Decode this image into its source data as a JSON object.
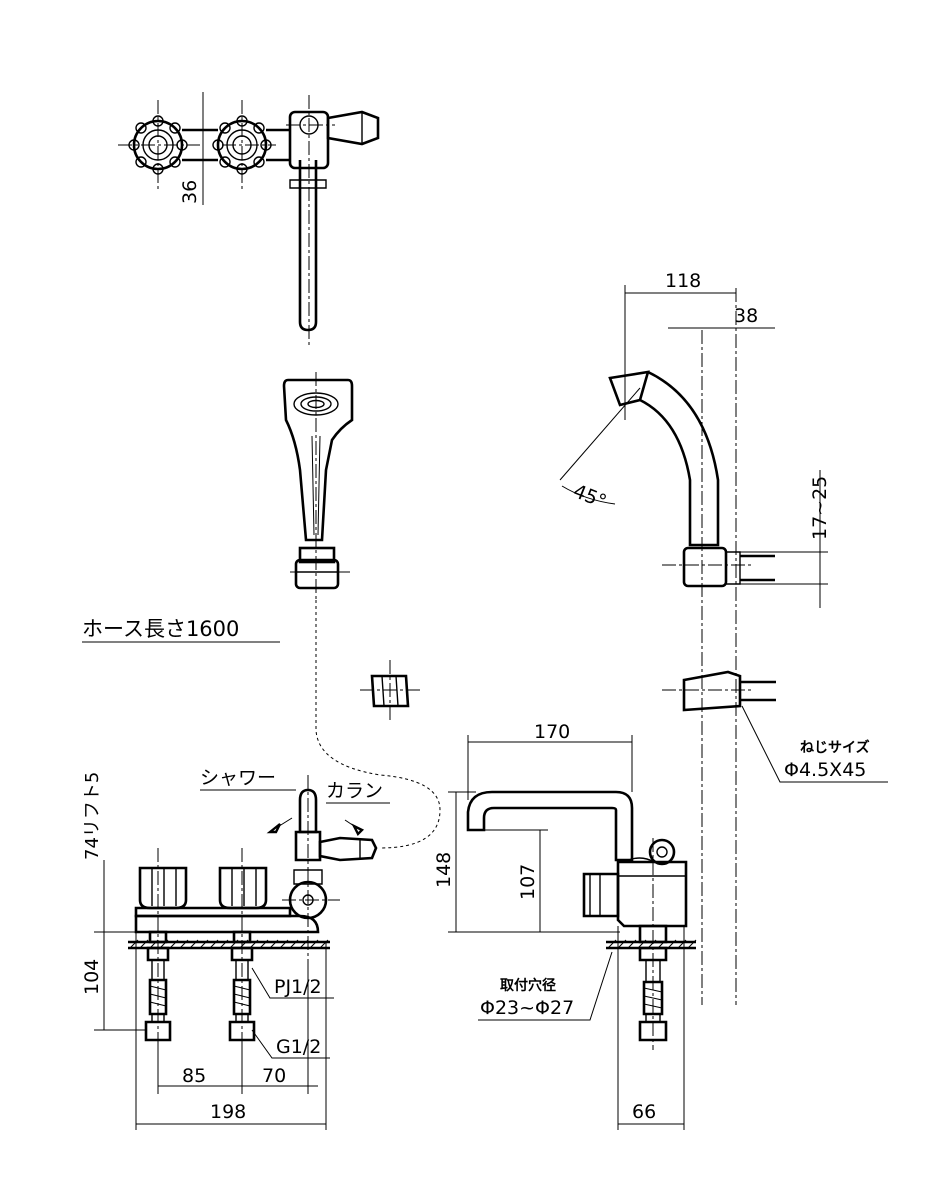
{
  "labels": {
    "hose_length": "ホース長さ1600",
    "shower": "シャワー",
    "faucet": "カラン",
    "screw_size_title": "ねじサイズ",
    "screw_size": "Φ4.5X45",
    "mount_hole_title": "取付穴径",
    "mount_hole": "Φ23~Φ27",
    "pj": "PJ1/2",
    "g": "G1/2",
    "lift": "74リフト5",
    "angle": "45°"
  },
  "dimensions": {
    "d36": "36",
    "d118": "118",
    "d38": "38",
    "d17_25": "17~25",
    "d170": "170",
    "d148": "148",
    "d107": "107",
    "d104": "104",
    "d85": "85",
    "d70": "70",
    "d198": "198",
    "d66": "66"
  }
}
